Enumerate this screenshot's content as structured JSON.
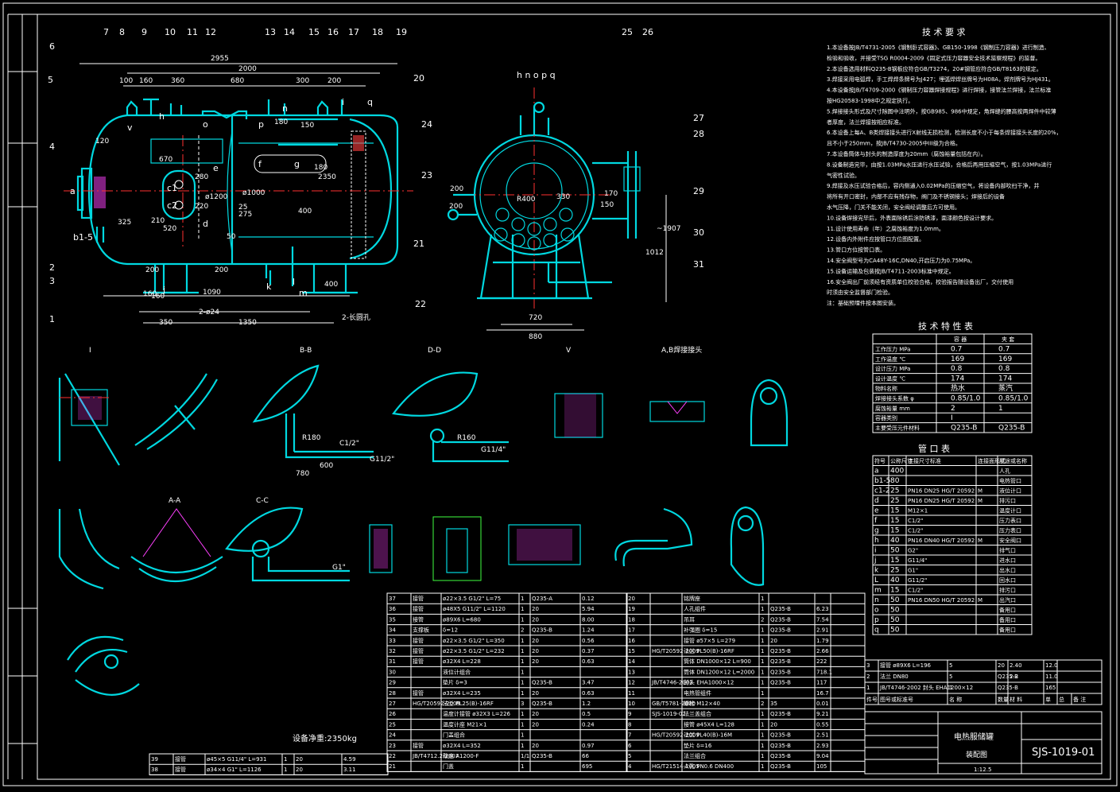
{
  "drawing": {
    "drawing_number": "SJS-1019-01",
    "name_line1": "电热服储罐",
    "name_line2": "装配图",
    "scale": "1:12.5",
    "weight_note": "设备净重:2350kg"
  },
  "main_view": {
    "dims": [
      "2955",
      "2000",
      "100",
      "160",
      "360",
      "680",
      "300",
      "200",
      "180",
      "120",
      "670",
      "280",
      "220",
      "ø1200",
      "ø1000",
      "180",
      "210",
      "520",
      "325",
      "1090",
      "1350",
      "350",
      "160",
      "200",
      "400",
      "2-ø24",
      "2-长圆孔",
      "25",
      "275",
      "400",
      "2350",
      "50",
      "160",
      "200",
      "150"
    ],
    "nozzle_letters": [
      "a",
      "b1-5",
      "c1",
      "c2",
      "d",
      "e",
      "f",
      "g",
      "h",
      "i",
      "j",
      "k",
      "l",
      "m",
      "n",
      "o",
      "p",
      "q",
      "v"
    ],
    "balloons_top": [
      "7",
      "8",
      "9",
      "10",
      "11",
      "12",
      "13",
      "14",
      "15",
      "16",
      "17",
      "18",
      "19"
    ],
    "balloons_left": [
      "6",
      "5",
      "4",
      "2",
      "3",
      "1"
    ],
    "balloons_right": [
      "20",
      "21",
      "22"
    ]
  },
  "side_view": {
    "top_letters": "h n o p q",
    "dims": [
      "720",
      "880",
      "1012",
      "~1907",
      "R400",
      "200",
      "150",
      "170",
      "330",
      "200"
    ],
    "balloons": [
      "25",
      "26",
      "27",
      "28",
      "29",
      "30",
      "31",
      "23",
      "24"
    ]
  },
  "tech_requirements": {
    "title": "技 术 要 求",
    "items": [
      "1.本设备按JB/T4731-2005《钢制卧式容器》、GB150-1998《钢制压力容器》进行制造、",
      "   检验和验收，并接受TSG R0004-2009《固定式压力容器安全技术监察规程》的监督。",
      "2.本设备选用材料Q235-B钢板应符合GB/T3274，20#钢管应符合GB/T8163的规定。",
      "3.焊接采用电弧焊，手工焊焊条牌号为J427；埋弧焊焊丝牌号为H08A，焊剂牌号为HJ431。",
      "4.本设备按JB/T4709-2000《钢制压力容器焊接规程》进行焊接，接管法兰焊接，法兰标准",
      "   按HG20583-1998中之规定执行。",
      "5.焊接接头形式及尺寸除图中注明外，按GB985、986中规定，角焊缝的腰高按两焊件中较薄",
      "   者厚度，法兰焊接按相应标准。",
      "6.本设备上每A、B类焊接接头进行X射线无损检测，检测长度不小于每条焊接接头长度的20%，",
      "   且不小于250mm，按JB/T4730-2005中III级为合格。",
      "7.本设备筒体与封头的制造厚度为20mm（腐蚀裕量包括在内）。",
      "8.设备制造完毕，由按1.03MPa水压进行水压试验，合格后再用压缩空气，按1.03MPa进行",
      "   气密性试验。",
      "9.焊接及水压试验合格后，容内侧通入0.02MPa的压缩空气，将设备内部吹扫干净，并",
      "   将所有开口密封，内部不应有残存物，阀门及不锈钢接头；焊接后的设备",
      "   水气压降，门关不能关闭，安全阀经调整后方可使用。",
      "10.设备焊接完毕后，外表面除锈后涂防锈漆，面漆颜色按设计要求。",
      "11.设计使用寿命（年）之腐蚀裕度为1.0mm。",
      "12.设备内外附件应按管口方位图配置。",
      "13.管口方位按管口表。",
      "14.安全阀型号为CA48Y-16C,DN40,开启压力为0.75MPa。",
      "15.设备运输及包装按JB/T4711-2003标准中规定。",
      "16.安全阀出厂前须经有资质单位校验合格，校验报告随设备出厂，交付使用",
      "   时须由安全监督部门检验。",
      "注：基础预埋件按本图安装。"
    ]
  },
  "tech_characteristics": {
    "title": "技 术 特 性 表",
    "header": [
      "",
      "容 器",
      "夹 套"
    ],
    "rows": [
      [
        "工作压力  MPa",
        "0.7",
        "0.7"
      ],
      [
        "工作温度  ℃",
        "169",
        "169"
      ],
      [
        "设计压力  MPa",
        "0.8",
        "0.8"
      ],
      [
        "设计温度  ℃",
        "174",
        "174"
      ],
      [
        "物料名称",
        "热水",
        "蒸汽"
      ],
      [
        "焊接接头系数  φ",
        "0.85/1.0",
        "0.85/1.0"
      ],
      [
        "腐蚀裕量  mm",
        "2",
        "1"
      ],
      [
        "容器类别",
        "I",
        ""
      ],
      [
        "主要受压元件材料",
        "Q235-B",
        "Q235-B"
      ]
    ]
  },
  "nozzle_table": {
    "title": "管 口 表",
    "header": [
      "符号",
      "公称尺寸",
      "连接尺寸标准",
      "连接面形式",
      "用途或名称"
    ],
    "rows": [
      [
        "a",
        "400",
        "",
        "",
        "人孔"
      ],
      [
        "b1-5",
        "80",
        "",
        "",
        "电热管口"
      ],
      [
        "c1-2",
        "25",
        "PN16 DN25 HG/T 20592",
        "M",
        "液位计口"
      ],
      [
        "d",
        "25",
        "PN16 DN25 HG/T 20592",
        "M",
        "排污口"
      ],
      [
        "e",
        "15",
        "M12×1",
        "",
        "温度计口"
      ],
      [
        "f",
        "15",
        "C1/2\"",
        "",
        "压力表口"
      ],
      [
        "g",
        "15",
        "C1/2\"",
        "",
        "压力表口"
      ],
      [
        "h",
        "40",
        "PN16 DN40 HG/T 20592",
        "M",
        "安全阀口"
      ],
      [
        "i",
        "50",
        "G2\"",
        "",
        "排气口"
      ],
      [
        "j",
        "15",
        "G11/4\"",
        "",
        "进水口"
      ],
      [
        "k",
        "25",
        "G1\"",
        "",
        "出水口"
      ],
      [
        "L",
        "40",
        "G11/2\"",
        "",
        "回水口"
      ],
      [
        "m",
        "15",
        "C1/2\"",
        "",
        "排污口"
      ],
      [
        "n",
        "50",
        "PN16 DN50 HG/T 20592",
        "M",
        "出汽口"
      ],
      [
        "o",
        "50",
        "",
        "",
        "备用口"
      ],
      [
        "p",
        "50",
        "",
        "",
        "备用口"
      ],
      [
        "q",
        "50",
        "",
        "",
        "备用口"
      ]
    ]
  },
  "parts_list_mid": {
    "rows": [
      [
        "37",
        "接管",
        "ø22×3.5 G1/2\" L=75",
        "1",
        "Q235-A",
        "0.12"
      ],
      [
        "36",
        "接管",
        "ø48X5 G11/2\" L=1120",
        "1",
        "20",
        "5.94"
      ],
      [
        "35",
        "接管",
        "ø89X6 L=680",
        "1",
        "20",
        "8.00"
      ],
      [
        "34",
        "支撑板",
        "δ=12",
        "2",
        "Q235-B",
        "1.24"
      ],
      [
        "33",
        "接管",
        "ø22×3.5 G1/2\" L=350",
        "1",
        "20",
        "0.56"
      ],
      [
        "32",
        "接管",
        "ø22×3.5 G1/2\" L=232",
        "1",
        "20",
        "0.37"
      ],
      [
        "31",
        "接管",
        "ø32X4 L=228",
        "1",
        "20",
        "0.63"
      ],
      [
        "30",
        "",
        "液位计组合",
        "1",
        "",
        ""
      ],
      [
        "29",
        "",
        "垫片 δ=3",
        "1",
        "Q235-B",
        "3.47"
      ],
      [
        "28",
        "接管",
        "ø32X4 L=235",
        "1",
        "20",
        "0.63"
      ],
      [
        "27",
        "HG/T20592-2009",
        "法兰 PL25(B)-16RF",
        "3",
        "Q235-B",
        "1.2"
      ],
      [
        "26",
        "",
        "温度计接管 ø32X3 L=226",
        "1",
        "20",
        "0.5"
      ],
      [
        "25",
        "",
        "温度计座 M21×1",
        "1",
        "20",
        "0.24"
      ],
      [
        "24",
        "",
        "门盖组合",
        "1",
        "",
        ""
      ],
      [
        "23",
        "接管",
        "ø32X4 L=352",
        "1",
        "20",
        "0.97"
      ],
      [
        "22",
        "JB/T4712.2-2007",
        "鞍座 A1200-F",
        "1/1",
        "Q235-B",
        "66"
      ],
      [
        "21",
        "",
        "门盖",
        "1",
        "",
        "695"
      ]
    ]
  },
  "parts_list_right": {
    "rows": [
      [
        "20",
        "",
        "铭牌座",
        "1",
        "",
        ""
      ],
      [
        "19",
        "",
        "人孔组件",
        "1",
        "Q235-B",
        "6.23"
      ],
      [
        "18",
        "",
        "吊耳",
        "2",
        "Q235-B",
        "7.54"
      ],
      [
        "17",
        "",
        "补强圈 δ=15",
        "1",
        "Q235-B",
        "2.91"
      ],
      [
        "16",
        "",
        "接管 ø57×5 L=279",
        "1",
        "20",
        "1.79"
      ],
      [
        "15",
        "HG/T20592-2009",
        "法兰 PL50(B)-16RF",
        "1",
        "Q235-B",
        "2.66"
      ],
      [
        "14",
        "",
        "筒体 DN1000×12 L=900",
        "1",
        "Q235-B",
        "222"
      ],
      [
        "13",
        "",
        "筒体 DN1200×12 L=2000",
        "1",
        "Q235-B",
        "718.1"
      ],
      [
        "12",
        "JB/T4746-2002",
        "封头 EHA1000×12",
        "1",
        "Q235-B",
        "117"
      ],
      [
        "11",
        "",
        "电热管组件",
        "1",
        "",
        "16.7"
      ],
      [
        "10",
        "GB/T5781-2000",
        "螺栓 M12×40",
        "2",
        "35",
        "0.01"
      ],
      [
        "9",
        "SJS-1019-02",
        "法兰盖组合",
        "1",
        "Q235-B",
        "9.21"
      ],
      [
        "8",
        "",
        "接管 ø45X4 L=128",
        "1",
        "20",
        "0.55"
      ],
      [
        "7",
        "HG/T20592-2009",
        "法兰 PL40(B)-16M",
        "1",
        "Q235-B",
        "2.51"
      ],
      [
        "6",
        "",
        "垫片 δ=16",
        "1",
        "Q235-B",
        "2.93"
      ],
      [
        "5",
        "",
        "法兰组合",
        "1",
        "Q235-B",
        "9.04"
      ],
      [
        "4",
        "HG/T21514-2005",
        "人孔 PN0.6 DN400",
        "1",
        "Q235-B",
        "105"
      ]
    ]
  },
  "parts_list_small": {
    "rows": [
      [
        "3",
        "接管 ø89X6 L=196",
        "5",
        "20",
        "2.40",
        "12.0"
      ],
      [
        "2",
        "法兰 DN80",
        "5",
        "Q235-B",
        "2.2",
        "11.0"
      ],
      [
        "1",
        "JB/T4746-2002 封头 EHA1200×12",
        "1",
        "Q235-B",
        "",
        "165"
      ]
    ],
    "header": [
      "件号",
      "图号或标准号",
      "名  称",
      "数量",
      "材 料",
      "单",
      "总",
      "备 注"
    ]
  },
  "parts_list_bottom": {
    "rows": [
      [
        "39",
        "接管",
        "ø45×5 G11/4\" L=931",
        "1",
        "20",
        "4.59"
      ],
      [
        "38",
        "接管",
        "ø34×4 G1\" L=1126",
        "1",
        "20",
        "3.11"
      ]
    ]
  },
  "detail_labels": {
    "i": "I",
    "b_b": "B-B",
    "d_d": "D-D",
    "v": "V",
    "ab": "A,B焊接接头",
    "a_a": "A-A",
    "c_c": "C-C",
    "r160": "R160",
    "r180": "R180",
    "g114": "G11/4\"",
    "g112": "G11/2\"",
    "g1": "G1\"",
    "c12": "C1/2\"",
    "dim780": "780",
    "dim600": "600"
  }
}
